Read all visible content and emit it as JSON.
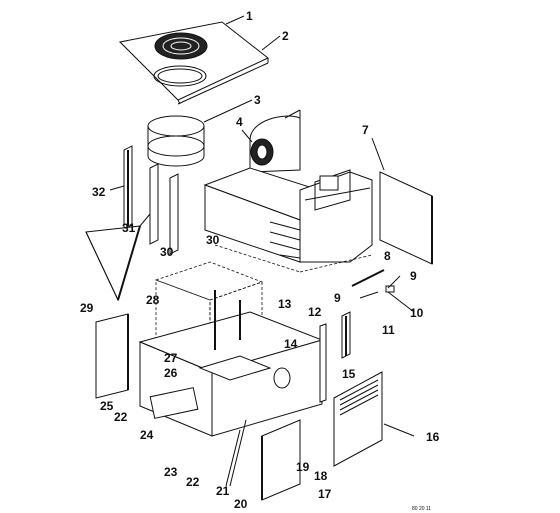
{
  "diagram": {
    "part_numbers": [
      "1",
      "2",
      "3",
      "4",
      "7",
      "32",
      "31",
      "30",
      "30",
      "8",
      "9",
      "29",
      "28",
      "9",
      "10",
      "13",
      "12",
      "11",
      "27",
      "26",
      "14",
      "15",
      "25",
      "22",
      "24",
      "16",
      "23",
      "22",
      "21",
      "19",
      "18",
      "20",
      "17"
    ],
    "drawing_code": "80 20 11"
  }
}
